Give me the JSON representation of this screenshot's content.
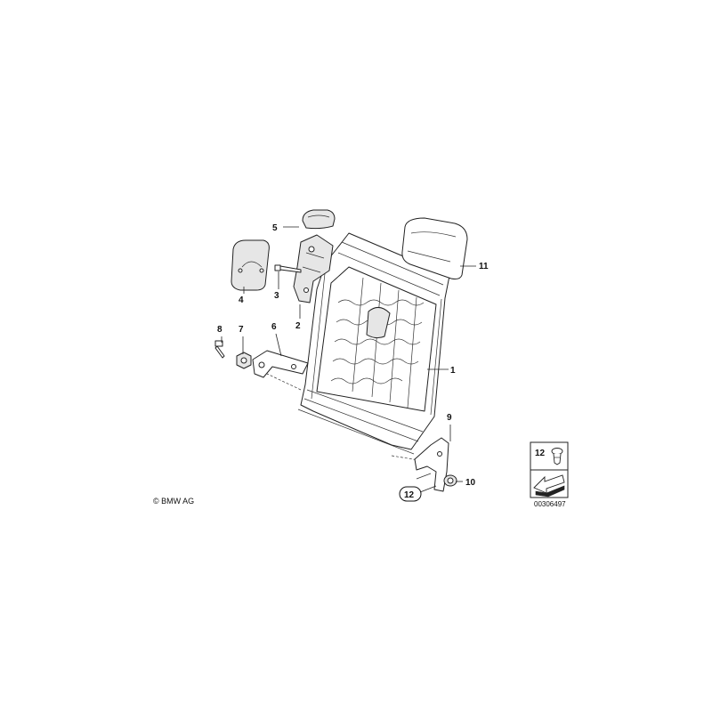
{
  "diagram": {
    "callouts": {
      "c1": "1",
      "c2": "2",
      "c3": "3",
      "c4": "4",
      "c5": "5",
      "c6": "6",
      "c7": "7",
      "c8": "8",
      "c9": "9",
      "c10": "10",
      "c11": "11",
      "c12": "12"
    },
    "legend": {
      "callout": "12"
    },
    "copyright": "© BMW AG",
    "reference_number": "00306497"
  }
}
